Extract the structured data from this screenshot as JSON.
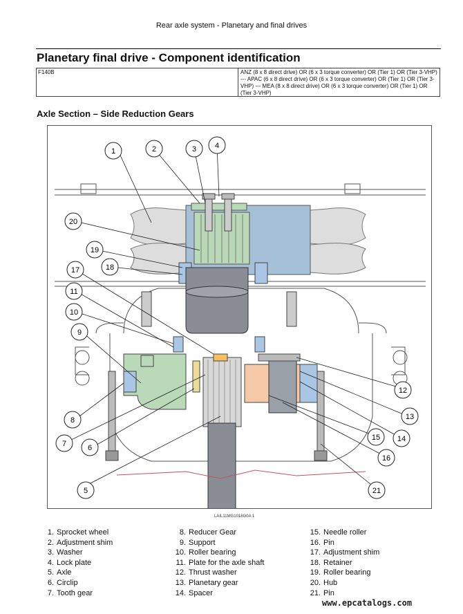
{
  "header": {
    "running_title": "Rear axle system - Planetary and final drives"
  },
  "page": {
    "title": "Planetary final drive - Component identification",
    "model": "F140B",
    "configurations": "ANZ (8 x 8 direct drive) OR (6 x 3 torque converter) OR (Tier 1) OR (Tier 3-VHP) --- APAC (6 x 8 direct drive) OR (6 x 3 torque converter) OR (Tier 1) OR (Tier 3-VHP) --- MEA (8 x 8 direct drive) OR (6 x 3 torque converter) OR (Tier 1) OR (Tier 3-VHP)",
    "section_heading": "Axle Section – Side Reduction Gears"
  },
  "figure": {
    "caption": "LAIL11MG1018G0A     1",
    "callouts": [
      "1",
      "2",
      "3",
      "4",
      "5",
      "6",
      "7",
      "8",
      "9",
      "10",
      "11",
      "12",
      "13",
      "14",
      "15",
      "16",
      "17",
      "18",
      "19",
      "20",
      "21"
    ],
    "colors": {
      "gear_green": "#b9d9b9",
      "bearing_blue": "#a9c6e4",
      "hub_blue": "#a6c0d8",
      "spacer_orange": "#f5c8a8",
      "shaft_gray": "#8a8e94"
    }
  },
  "legend": {
    "col1": [
      {
        "num": "1.",
        "label": "Sprocket wheel"
      },
      {
        "num": "2.",
        "label": "Adjustment shim"
      },
      {
        "num": "3.",
        "label": "Washer"
      },
      {
        "num": "4.",
        "label": "Lock plate"
      },
      {
        "num": "5.",
        "label": "Axle"
      },
      {
        "num": "6.",
        "label": "Circlip"
      },
      {
        "num": "7.",
        "label": "Tooth gear"
      }
    ],
    "col2": [
      {
        "num": "8.",
        "label": "Reducer Gear"
      },
      {
        "num": "9.",
        "label": "Support"
      },
      {
        "num": "10.",
        "label": "Roller bearing"
      },
      {
        "num": "11.",
        "label": "Plate for the axle shaft"
      },
      {
        "num": "12.",
        "label": "Thrust washer"
      },
      {
        "num": "13.",
        "label": "Planetary gear"
      },
      {
        "num": "14.",
        "label": "Spacer"
      }
    ],
    "col3": [
      {
        "num": "15.",
        "label": "Needle roller"
      },
      {
        "num": "16.",
        "label": "Pin"
      },
      {
        "num": "17.",
        "label": "Adjustment shim"
      },
      {
        "num": "18.",
        "label": "Retainer"
      },
      {
        "num": "19.",
        "label": "Roller bearing"
      },
      {
        "num": "20.",
        "label": "Hub"
      },
      {
        "num": "21.",
        "label": "Pin"
      }
    ]
  },
  "watermark": "www.epcatalogs.com"
}
